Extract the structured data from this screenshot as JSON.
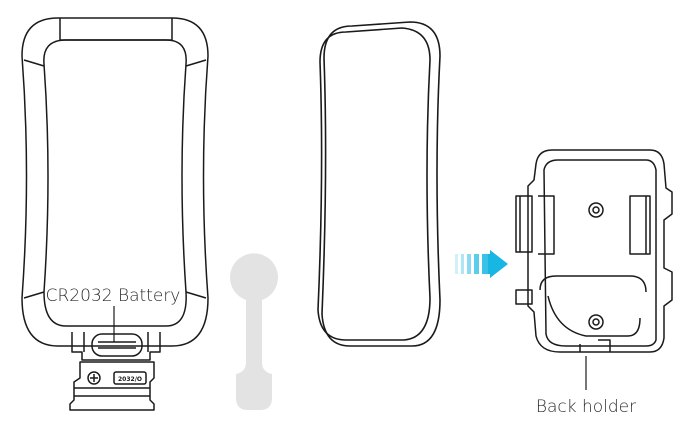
{
  "labels": {
    "battery": "CR2032 Battery",
    "back_holder": "Back holder",
    "battery_cover_text": "2032/O"
  },
  "colors": {
    "line": "#1a1a1a",
    "arrow": "#17b6e3",
    "tool": "#e3e3e3"
  },
  "icons": {
    "cover_screw": "plus-screw-icon",
    "push_arrow": "arrow-right-icon"
  }
}
